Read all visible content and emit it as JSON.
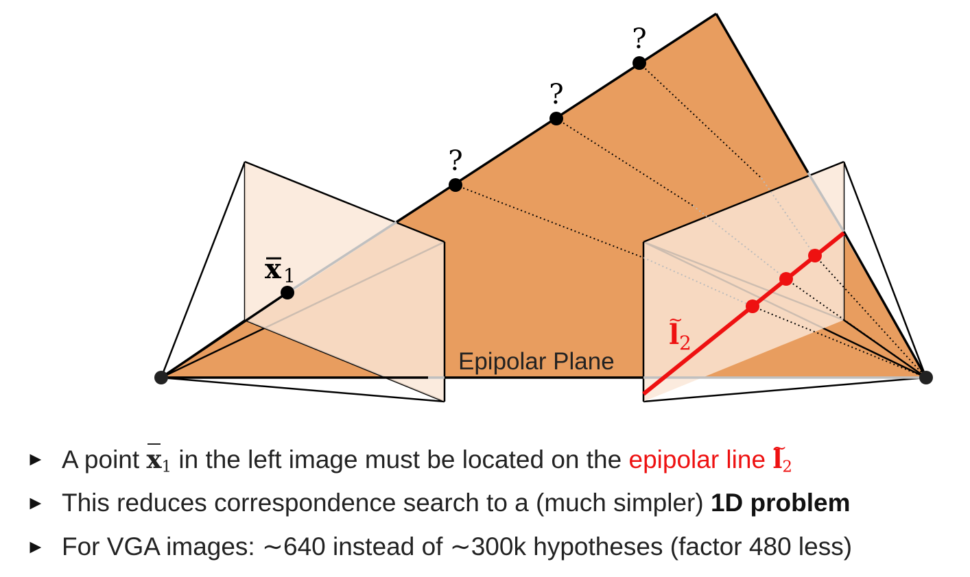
{
  "diagram": {
    "question_labels": [
      "?",
      "?",
      "?"
    ],
    "x1_label": "x",
    "x1_subscript": "1",
    "l2_label": "l",
    "l2_subscript": "2",
    "plane_label": "Epipolar Plane"
  },
  "colors": {
    "plane": "#e89d5f",
    "plane_light": "#fae6d7",
    "epipolar_line": "#ee1111",
    "black": "#000000"
  },
  "bullets": {
    "b1": {
      "pre": "A point ",
      "sym": "x",
      "sub": "1",
      "mid": " in the left image must be located on the ",
      "red": "epipolar line ",
      "red_sym": "l",
      "red_sub": "2"
    },
    "b2": {
      "pre": "This reduces correspondence search to a (much simpler) ",
      "bold": "1D problem"
    },
    "b3": {
      "text": "For VGA images: ∼640 instead of ∼300k hypotheses (factor 480 less)"
    },
    "marker": "►"
  }
}
